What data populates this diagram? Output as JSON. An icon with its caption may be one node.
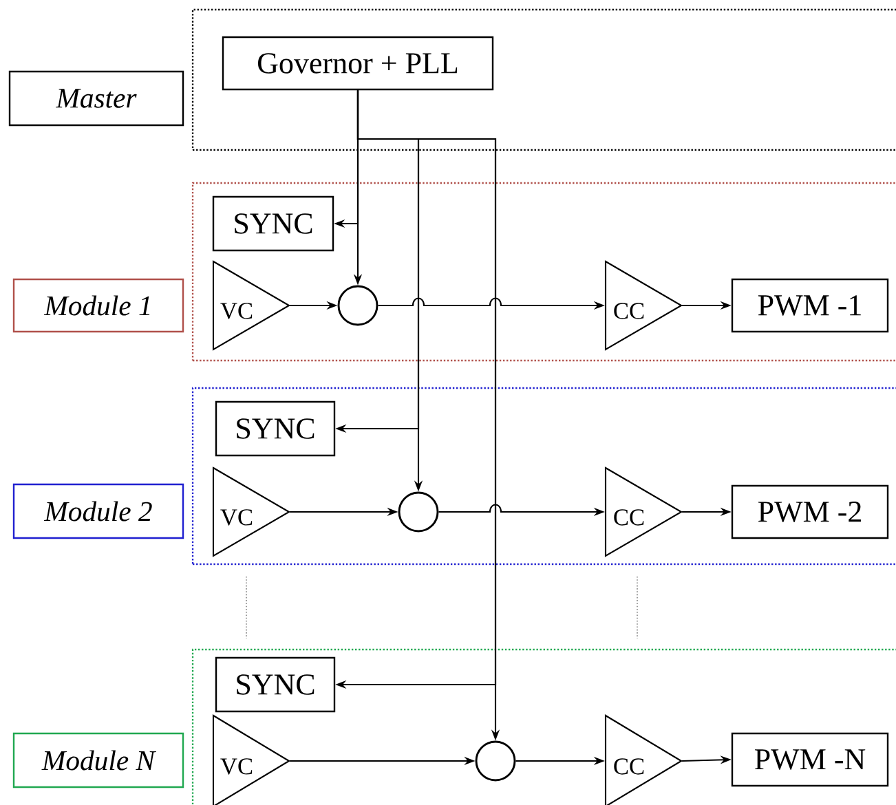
{
  "diagram": {
    "nodes": [
      {
        "text": [
          "Master"
        ]
      },
      {
        "text": [],
        "shape": "box"
      },
      {
        "text": [
          "Governor + PLL"
        ],
        "in": 1
      },
      {
        "text": [
          "Module 1"
        ]
      },
      {
        "text": [],
        "shape": "box"
      },
      {
        "text": [
          "SYNC"
        ],
        "in": 4
      },
      {
        "text": [
          "VC"
        ],
        "in": 4
      },
      {
        "text": [],
        "shape": "circle",
        "in": 4
      },
      {
        "text": [
          "CC"
        ],
        "in": 4
      },
      {
        "text": [
          "PWM -1"
        ],
        "in": 4
      },
      {
        "text": [
          "Module 2"
        ]
      },
      {
        "text": [],
        "shape": "box"
      },
      {
        "text": [
          "SYNC"
        ],
        "in": 11
      },
      {
        "text": [
          "VC"
        ],
        "in": 11
      },
      {
        "text": [],
        "shape": "circle",
        "in": 11
      },
      {
        "text": [
          "CC"
        ],
        "in": 11
      },
      {
        "text": [
          "PWM -2"
        ],
        "in": 11
      },
      {
        "text": [
          "Module N"
        ]
      },
      {
        "text": [],
        "shape": "box"
      },
      {
        "text": [
          "SYNC"
        ],
        "in": 18
      },
      {
        "text": [
          "VC"
        ],
        "in": 18
      },
      {
        "text": [],
        "shape": "circle",
        "in": 18
      },
      {
        "text": [
          "CC"
        ],
        "in": 18
      },
      {
        "text": [
          "PWM -N"
        ],
        "in": 18
      }
    ],
    "edges": [
      {
        "from": 2,
        "to": 7,
        "arrow": "to"
      },
      {
        "from": 2,
        "to": 5,
        "arrow": "to"
      },
      {
        "from": 2,
        "to": 14,
        "arrow": "to"
      },
      {
        "from": 2,
        "to": 12,
        "arrow": "to"
      },
      {
        "from": 2,
        "to": 21,
        "arrow": "to"
      },
      {
        "from": 2,
        "to": 19,
        "arrow": "to"
      },
      {
        "from": 6,
        "to": 7,
        "arrow": "to"
      },
      {
        "from": 7,
        "to": 8,
        "arrow": "to"
      },
      {
        "from": 8,
        "to": 9,
        "arrow": "to"
      },
      {
        "from": 13,
        "to": 14,
        "arrow": "to"
      },
      {
        "from": 14,
        "to": 15,
        "arrow": "to"
      },
      {
        "from": 15,
        "to": 16,
        "arrow": "to"
      },
      {
        "from": 20,
        "to": 21,
        "arrow": "to"
      },
      {
        "from": 21,
        "to": 22,
        "arrow": "to"
      },
      {
        "from": 22,
        "to": 23,
        "arrow": "to"
      }
    ]
  }
}
